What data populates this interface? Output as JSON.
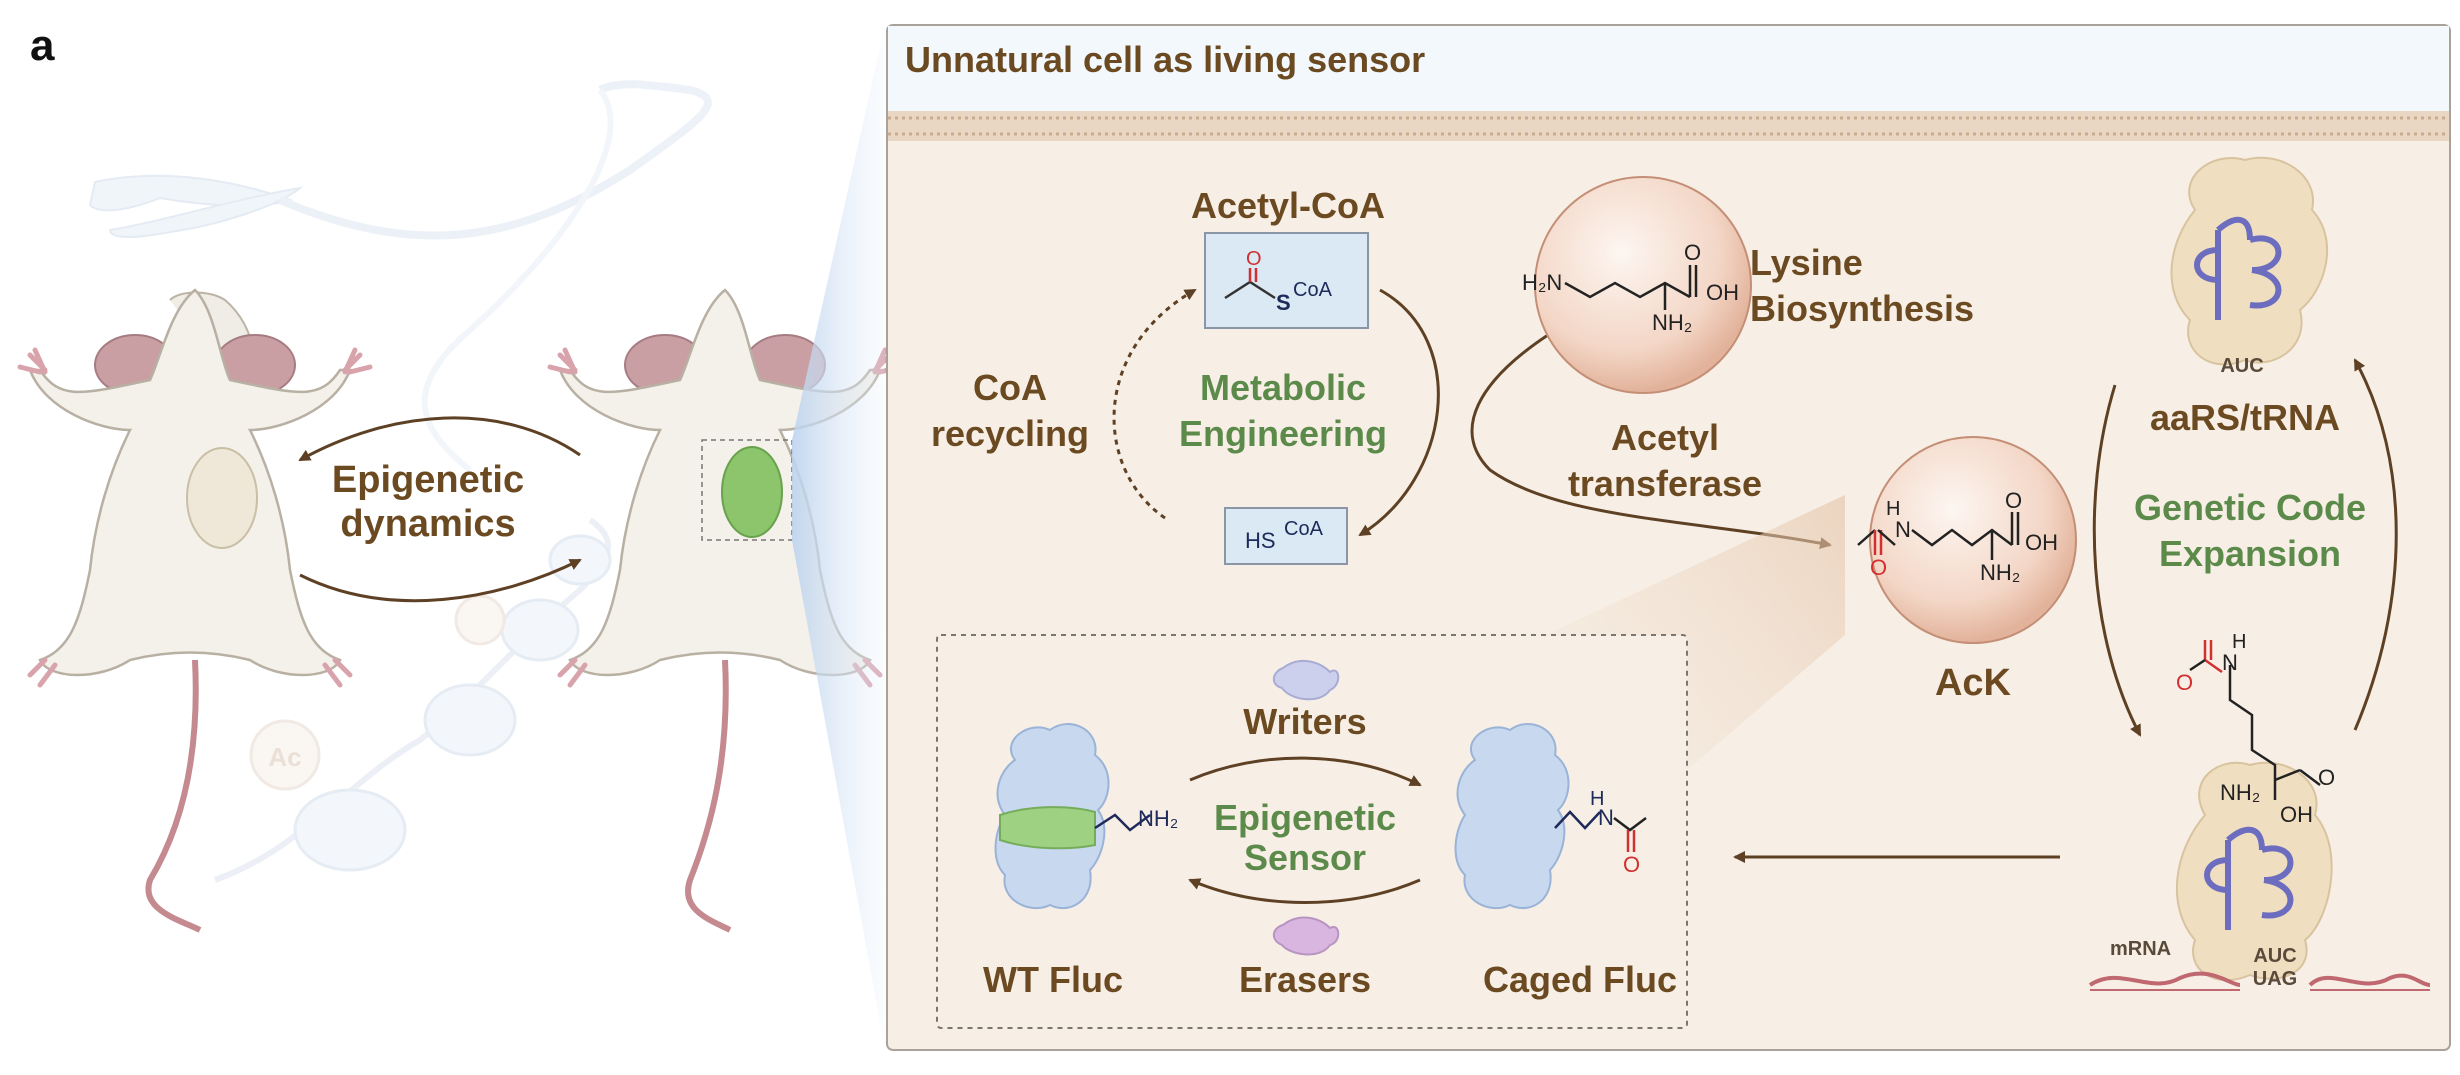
{
  "panel_letter": "a",
  "left": {
    "process_label_line1": "Epigenetic",
    "process_label_line2": "dynamics",
    "ac_badge": "Ac"
  },
  "sensor_box": {
    "title": "Unnatural cell as living sensor"
  },
  "metabolic": {
    "acetyl_coa_label": "Acetyl-CoA",
    "acetyl_coa_struct_s": "S",
    "acetyl_coa_struct_coa": "CoA",
    "acetyl_coa_struct_o": "O",
    "hs_coa_hs": "HS",
    "hs_coa_coa": "CoA",
    "coa_recycling_line1": "CoA",
    "coa_recycling_line2": "recycling",
    "metabolic_engineering_line1": "Metabolic",
    "metabolic_engineering_line2": "Engineering",
    "lysine_line1": "Lysine",
    "lysine_line2": "Biosynthesis",
    "acetyl_transferase_line1": "Acetyl",
    "acetyl_transferase_line2": "transferase",
    "lys_h2n": "H₂N",
    "lys_nh2": "NH₂",
    "lys_oh": "OH",
    "lys_o": "O",
    "ack_label": "AcK",
    "ack_o": "O",
    "ack_h": "H",
    "ack_n": "N",
    "ack_oh": "OH",
    "ack_nh2": "NH₂"
  },
  "genetic": {
    "aars_label": "aaRS/tRNA",
    "auc_top": "AUC",
    "gce_line1": "Genetic Code",
    "gce_line2": "Expansion",
    "auc_bottom": "AUC",
    "uag": "UAG",
    "mrna": "mRNA",
    "aa_nh2": "NH₂",
    "aa_oh": "OH",
    "aa_o": "O",
    "aa_h": "H",
    "aa_n": "N",
    "aa_o2": "O"
  },
  "epigenetic_sensor": {
    "writers": "Writers",
    "erasers": "Erasers",
    "sensor_line1": "Epigenetic",
    "sensor_line2": "Sensor",
    "wt_fluc": "WT Fluc",
    "caged_fluc": "Caged Fluc",
    "wt_nh2": "NH₂",
    "caged_h": "H",
    "caged_n": "N",
    "caged_o": "O"
  },
  "colors": {
    "brown_text": "#6b4a22",
    "green_text": "#5c8a4a",
    "panel_bg": "#f7efe6",
    "panel_header_bg": "#f3f8fc",
    "sphere": "#f3d6c6",
    "acetyl_red": "#d23030",
    "navy": "#1e2a5a"
  }
}
